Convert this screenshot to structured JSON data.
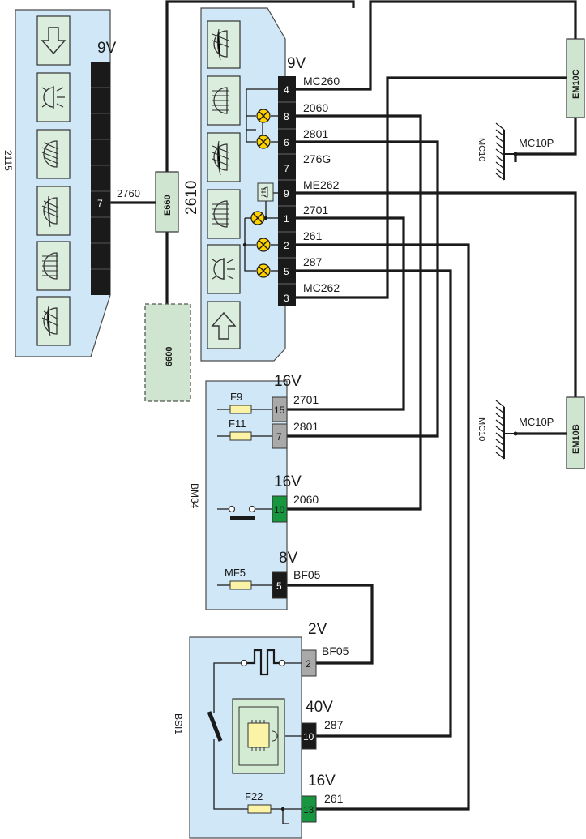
{
  "modules": {
    "m2115": {
      "code": "2115",
      "voltage": "9V",
      "pin": "7"
    },
    "m2610": {
      "code": "2610",
      "voltage": "9V",
      "pins": [
        "4",
        "8",
        "6",
        "7",
        "9",
        "1",
        "2",
        "5",
        "3"
      ],
      "wires": [
        "MC260",
        "2060",
        "2801",
        "276G",
        "ME262",
        "2701",
        "261",
        "287",
        "MC262"
      ]
    },
    "e660": {
      "code": "E660",
      "wire": "2760"
    },
    "m6600": {
      "code": "6600"
    },
    "em10c": {
      "code": "EM10C",
      "ground": "MC10P",
      "ground_ref": "MC10"
    },
    "em10b": {
      "code": "EM10B",
      "ground": "MC10P",
      "ground_ref": "MC10"
    },
    "bm34": {
      "code": "BM34",
      "c1_voltage": "16V",
      "c2_voltage": "16V",
      "c3_voltage": "8V",
      "fuse1": "F9",
      "pin1": "15",
      "wire1": "2701",
      "fuse2": "F11",
      "pin2": "7",
      "wire2": "2801",
      "pin3": "10",
      "wire3": "2060",
      "fuse4": "MF5",
      "pin4": "5",
      "wire4": "BF05"
    },
    "bsi1": {
      "code": "BSI1",
      "c1_voltage": "2V",
      "pin1": "2",
      "wire1": "BF05",
      "c2_voltage": "40V",
      "pin2": "10",
      "wire2": "287",
      "c3_voltage": "16V",
      "pin3": "13",
      "wire3": "261",
      "fuse": "F22"
    }
  },
  "colors": {
    "module_fill": "#cfe7f7",
    "switch_fill": "#dbeedd",
    "relay_fill": "#d2ebd2",
    "connector_black": "#1a1a1a",
    "connector_grey": "#a9a9a9",
    "connector_green": "#17953f",
    "fuse": "#fbf3a6",
    "lamp": "#ffd200",
    "optional_fill": "#cfe5cf"
  }
}
